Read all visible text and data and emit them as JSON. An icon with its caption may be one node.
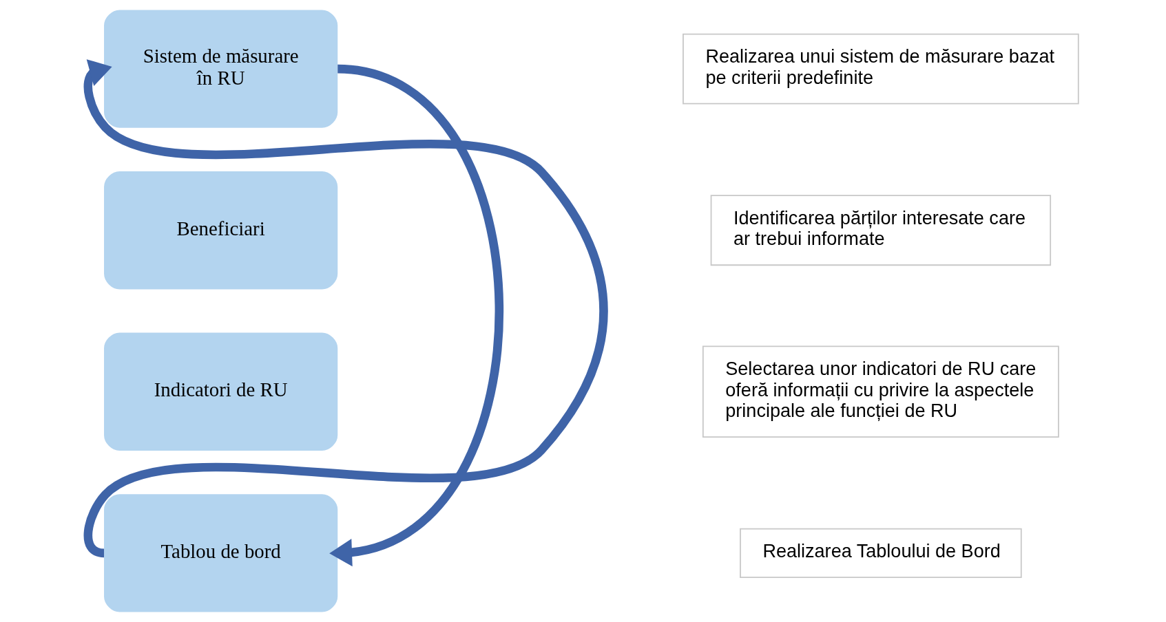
{
  "diagram": {
    "nodes": [
      {
        "text": [
          "Sistem de măsurare în RU"
        ]
      },
      {
        "text": [
          "Beneficiari"
        ]
      },
      {
        "text": [
          "Indicatori de RU"
        ]
      },
      {
        "text": [
          "Tablou de bord"
        ]
      },
      {
        "text": [
          "Realizarea unui sistem de măsurare bazat pe criterii predefinite"
        ]
      },
      {
        "text": [
          "Identificarea părților interesate care ar trebui informate"
        ]
      },
      {
        "text": [
          "Selectarea unor indicatori de RU care oferă informații cu privire la aspectele principale ale funcției de RU"
        ]
      },
      {
        "text": [
          "Realizarea Tabloului de Bord"
        ]
      }
    ],
    "edges": [
      {
        "from": 0,
        "to": 3,
        "arrow": "to"
      },
      {
        "from": 3,
        "to": 0,
        "arrow": "to"
      }
    ]
  }
}
